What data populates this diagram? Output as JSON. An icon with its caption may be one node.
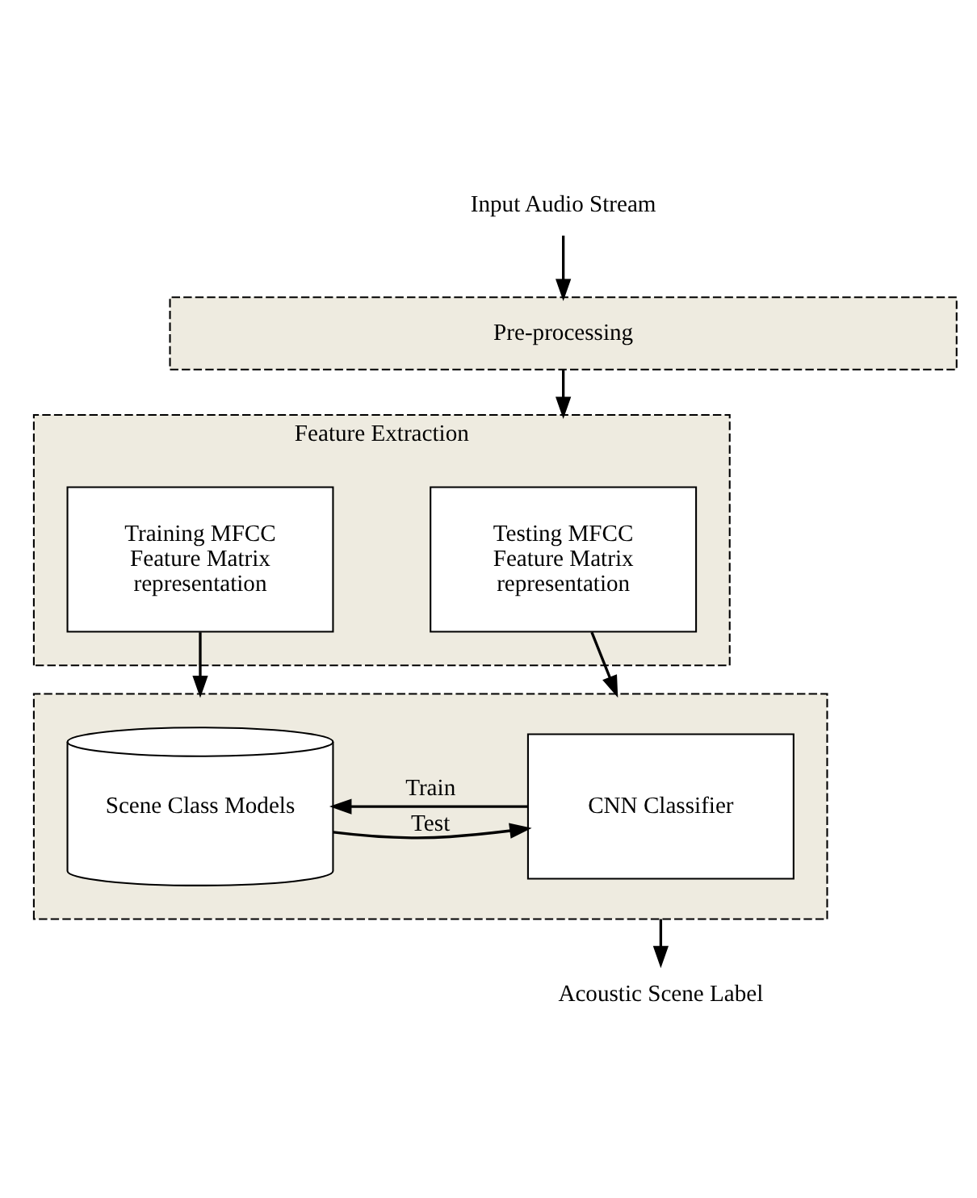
{
  "diagram": {
    "nodes": [
      {
        "text": [
          "Input Audio Stream"
        ]
      },
      {
        "text": [
          "Pre-processing"
        ]
      },
      {
        "text": [
          "Feature Extraction"
        ]
      },
      {
        "text": [
          "Training MFCC Feature Matrix representation"
        ],
        "in": 2
      },
      {
        "text": [
          "Testing MFCC Feature Matrix representation"
        ],
        "in": 2
      },
      {
        "text": [],
        "shape": "box"
      },
      {
        "text": [
          "Scene Class Models"
        ],
        "in": 5
      },
      {
        "text": [
          "CNN Classifier"
        ],
        "in": 5
      },
      {
        "text": [
          "Acoustic Scene Label"
        ]
      }
    ],
    "edges": [
      {
        "from": 0,
        "to": 1,
        "arrow": "to"
      },
      {
        "from": 1,
        "to": 2,
        "arrow": "to"
      },
      {
        "from": 3,
        "to": 5,
        "arrow": "to"
      },
      {
        "from": 4,
        "to": 5,
        "arrow": "to"
      },
      {
        "from": 7,
        "to": 6,
        "arrow": "to",
        "label": "Train"
      },
      {
        "from": 6,
        "to": 7,
        "arrow": "to",
        "label": "Test"
      },
      {
        "from": 5,
        "to": 8,
        "arrow": "to"
      }
    ]
  }
}
